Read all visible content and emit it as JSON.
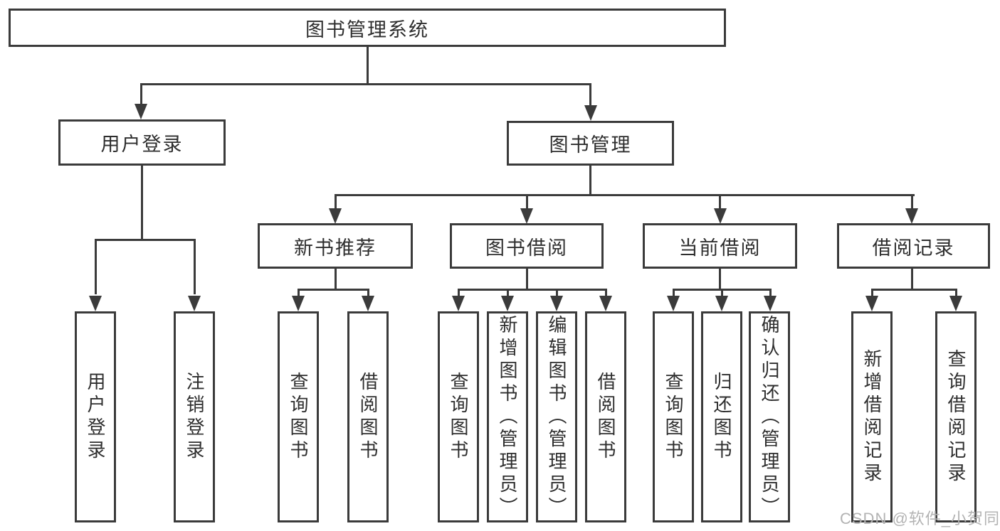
{
  "tree": {
    "label": "图书管理系统",
    "children": [
      {
        "label": "用户登录",
        "children": [
          {
            "label": "用户登录"
          },
          {
            "label": "注销登录"
          }
        ]
      },
      {
        "label": "图书管理",
        "children": [
          {
            "label": "新书推荐",
            "children": [
              {
                "label": "查询图书"
              },
              {
                "label": "借阅图书"
              }
            ]
          },
          {
            "label": "图书借阅",
            "children": [
              {
                "label": "查询图书"
              },
              {
                "label": "新增图书（管理员）"
              },
              {
                "label": "编辑图书（管理员）"
              },
              {
                "label": "借阅图书"
              }
            ]
          },
          {
            "label": "当前借阅",
            "children": [
              {
                "label": "查询图书"
              },
              {
                "label": "归还图书"
              },
              {
                "label": "确认归还（管理员）"
              }
            ]
          },
          {
            "label": "借阅记录",
            "children": [
              {
                "label": "新增借阅记录"
              },
              {
                "label": "查询借阅记录"
              }
            ]
          }
        ]
      }
    ]
  },
  "watermark": {
    "text": "CSDN @软件_小贺同学"
  },
  "colors": {
    "line": "#3b3b3b",
    "text": "#2e2e2e",
    "watermark": "#b3b3b3",
    "background": "#ffffff"
  }
}
